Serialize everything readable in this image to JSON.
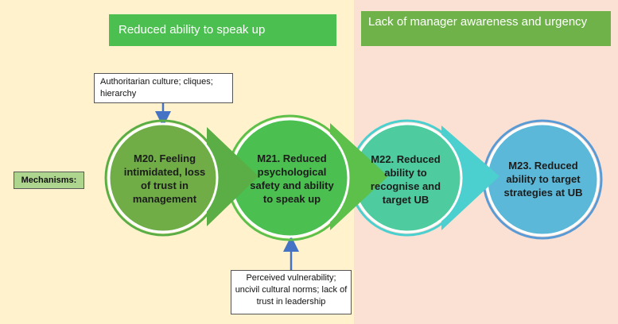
{
  "banners": {
    "left": "Reduced ability to speak up",
    "right": "Lack of manager awareness and urgency"
  },
  "influences": {
    "top": "Authoritarian culture; cliques; hierarchy",
    "bottom": "Perceived vulnerability; uncivil cultural norms; lack of trust in leadership"
  },
  "row_label": "Mechanisms:",
  "mechanisms": [
    {
      "text": "M20. Feeling intimidated, loss of trust in management",
      "color": "#70ad47"
    },
    {
      "text": "M21. Reduced psychological safety and ability to speak up",
      "color": "#4bbf4f"
    },
    {
      "text": "M22. Reduced ability to recognise and target UB",
      "color": "#4ecb9f"
    },
    {
      "text": "M23. Reduced ability to target strategies at UB",
      "color": "#5cb8d8"
    }
  ],
  "colors": {
    "left_zone": "#fff2cc",
    "right_zone": "#fbe1d4",
    "connector_arrow": "#4472c4"
  }
}
